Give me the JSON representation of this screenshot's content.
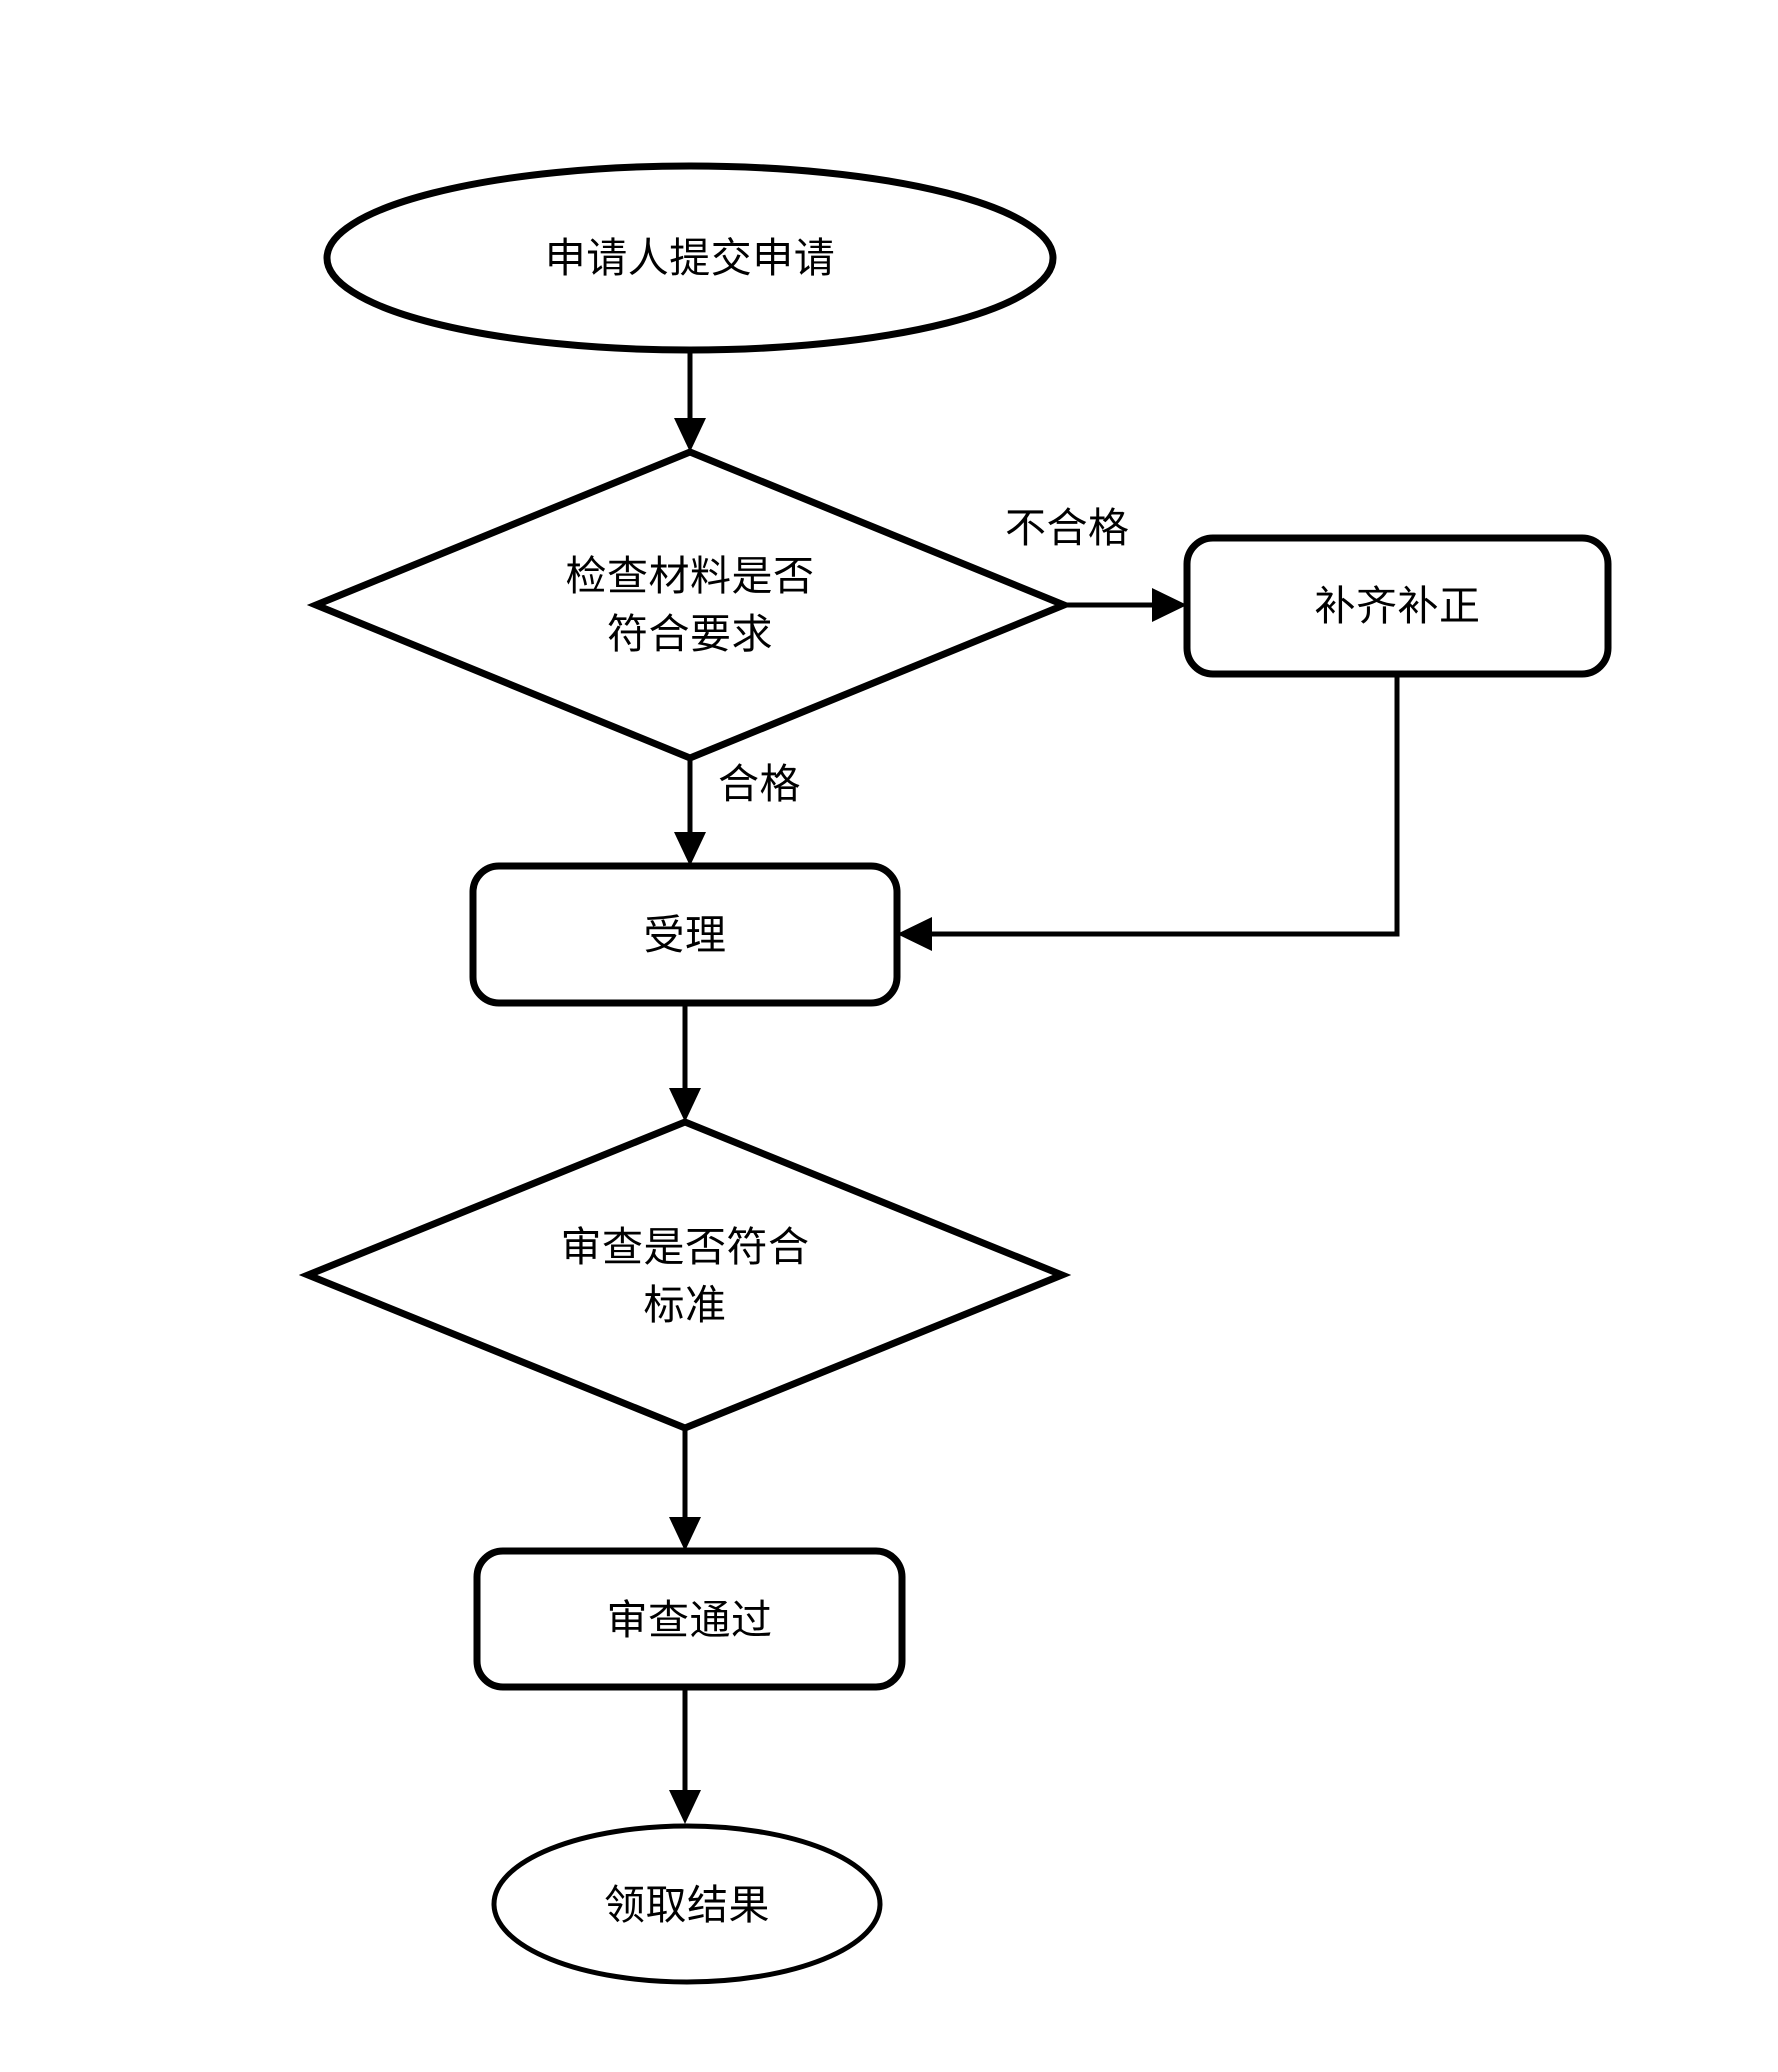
{
  "diagram": {
    "type": "flowchart",
    "orientation": "top-to-bottom",
    "background_color": "#ffffff",
    "line_color": "#000000",
    "text_color": "#000000",
    "nodes": [
      {
        "id": "submit",
        "shape": "ellipse",
        "role": "start",
        "label": "申请人提交申请"
      },
      {
        "id": "check-materials",
        "shape": "diamond",
        "role": "decision",
        "label_line1": "检查材料是否",
        "label_line2": "符合要求"
      },
      {
        "id": "supplement",
        "shape": "rounded-rect",
        "role": "process",
        "label": "补齐补正"
      },
      {
        "id": "accept",
        "shape": "rounded-rect",
        "role": "process",
        "label": "受理"
      },
      {
        "id": "review-standard",
        "shape": "diamond",
        "role": "decision",
        "label_line1": "审查是否符合",
        "label_line2": "标准"
      },
      {
        "id": "review-passed",
        "shape": "rounded-rect",
        "role": "process",
        "label": "审查通过"
      },
      {
        "id": "collect-result",
        "shape": "ellipse",
        "role": "end",
        "label": "领取结果"
      }
    ],
    "edges": [
      {
        "id": "e1",
        "from": "submit",
        "to": "check-materials",
        "label": ""
      },
      {
        "id": "e2",
        "from": "check-materials",
        "to": "supplement",
        "label": "不合格"
      },
      {
        "id": "e3",
        "from": "check-materials",
        "to": "accept",
        "label": "合格"
      },
      {
        "id": "e4",
        "from": "supplement",
        "to": "accept",
        "label": ""
      },
      {
        "id": "e5",
        "from": "accept",
        "to": "review-standard",
        "label": ""
      },
      {
        "id": "e6",
        "from": "review-standard",
        "to": "review-passed",
        "label": ""
      },
      {
        "id": "e7",
        "from": "review-passed",
        "to": "collect-result",
        "label": ""
      }
    ]
  }
}
